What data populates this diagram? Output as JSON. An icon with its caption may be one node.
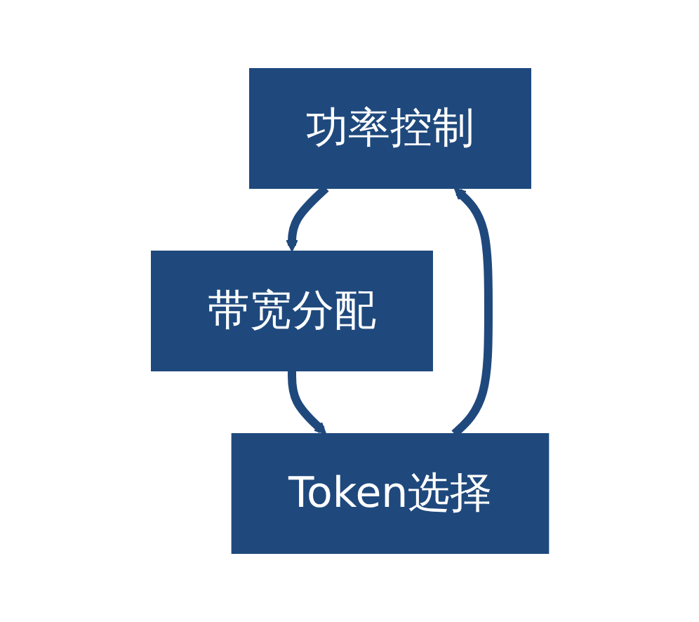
{
  "diagram": {
    "nodes": [
      {
        "text": [
          "功率控制"
        ]
      },
      {
        "text": [
          "带宽分配"
        ]
      },
      {
        "text": [
          "Token选择"
        ]
      }
    ],
    "edges": [
      {
        "from": 0,
        "to": 1,
        "arrow": "to"
      },
      {
        "from": 1,
        "to": 2,
        "arrow": "to"
      },
      {
        "from": 2,
        "to": 0,
        "arrow": "to"
      }
    ]
  }
}
